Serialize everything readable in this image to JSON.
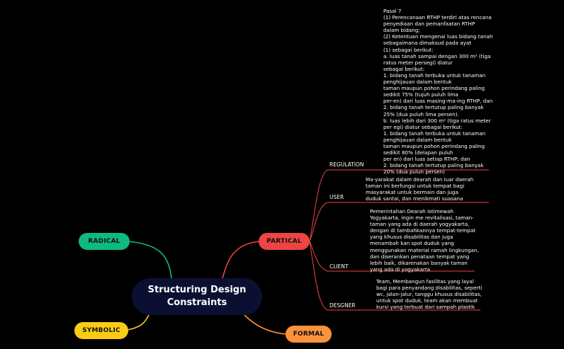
{
  "central_topic": "Structuring Design\nConstraints",
  "branches": {
    "radical": {
      "label": "RADICAL",
      "color": "#10b981"
    },
    "symbolic": {
      "label": "SYMBOLIC",
      "color": "#facc15"
    },
    "formal": {
      "label": "FORMAL",
      "color": "#fb923c"
    },
    "partical": {
      "label": "PARTICAL",
      "color": "#ef4444"
    }
  },
  "sub_topics": {
    "regulation": {
      "label": "REGULATION",
      "text": "Pasal 7\n(1) Perencanaan RTHP terdiri atas rencana\npenyediaan dan pemanfaatan RTHP\ndalam bidang;\n(2) Ketentuan mengenai luas bidang tanah\nsebagaimana dimaksud pada ayat\n(1) sebagai berikut:\na. luas tanah sampai dengan 300 m² (tiga\nratus meter persegi) diatur\nsebagai berikut:\n1. bidang tanah terbuka untuk tanaman\npenghijauan dalam bentuk\ntaman maupun pohon perindang paling\nsedikit 75% (tujuh puluh lima\nper-en) dari luas masing-ma-ing RTHP, dan\n2. bidang tanah tertutup paling banyak\n25% (dua puluh lima persen).\nb. luas lebih dari 300 m² (tiga ratus meter\nper egi) diatur sebagai berikut:\n1. bidang tanah terbuka untuk tanaman\npenghijauan dalam bentuk\ntaman maupun pohon perindang paling\nsedikit 80% (delapan puluh\nper en) dari luas setiap RTHP; dan\n2. bidang tanah tertutup paling banyak\n20% (dua pulun persen)"
    },
    "user": {
      "label": "USER",
      "text": "Ma-yarakat dalam dearah dan luar daerah\ntaman ini berfungsi untuk tempat bagi\nmasyarakat untuk bermain dan juga\nduduk santai, dan menikmati suasana"
    },
    "client": {
      "label": "CLIENT",
      "text": "Pemerintahan Dearah Istimewah\nYogyakarta, ingin me revitalisasi, taman-\ntaman yang ada di daerah yogyakarta,\ndengan di tambahkannya tempat-tempat\nyang khusus disabilitas dan juga\nmenambah kan spot duduk yang\nmenggunakan material ramah lingkungan,\ndan diserankan penataan tempat yang\nlebih baik, dikarenakan banyak taman\nyang ada di yogyakarta"
    },
    "designer": {
      "label": "DESGNER",
      "text": "Team,  Membangun fasilitas yang layal\nbagi para penyandang disabilitas, seperti\nwc, jalan-jalur, tanggu khusus disabilitas,\nuntuk spot duduk, team akan membuat\nkursi yang terbuat dari sampah plastik"
    }
  }
}
